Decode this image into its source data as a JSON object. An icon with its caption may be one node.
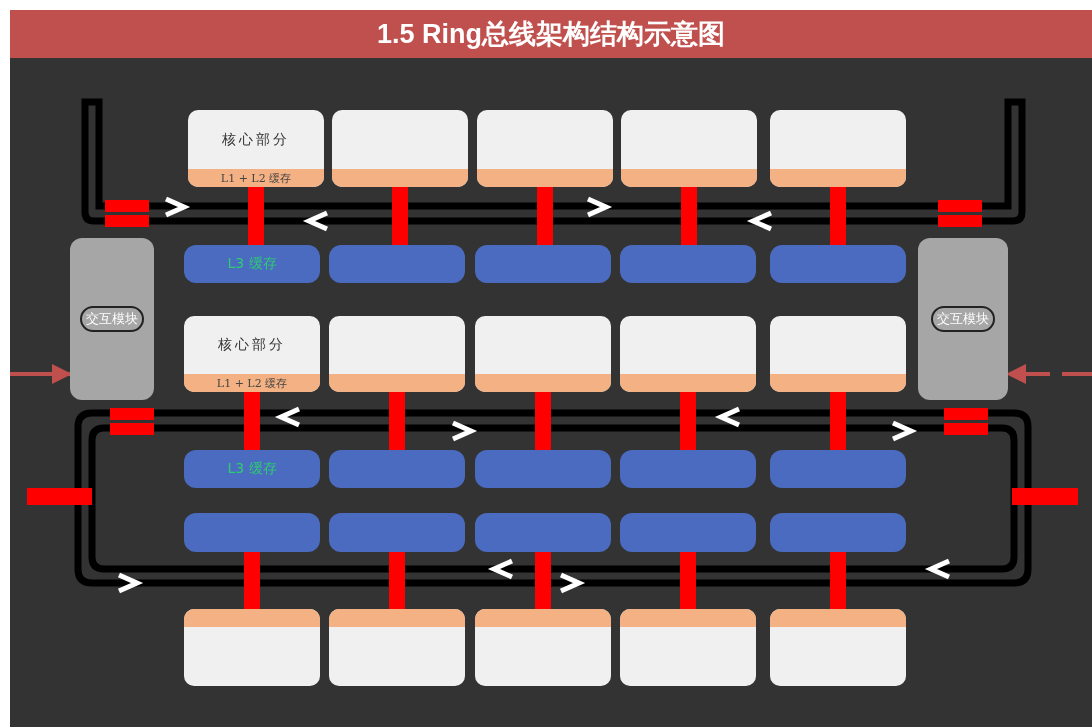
{
  "diagram": {
    "title": "1.5 Ring总线架构结构示意图",
    "nodes": [
      {
        "text": [
          "核心部分",
          "L1 + L2 缓存"
        ]
      },
      {
        "text": [],
        "shape": "box"
      },
      {
        "text": [],
        "shape": "box"
      },
      {
        "text": [],
        "shape": "box"
      },
      {
        "text": [],
        "shape": "box"
      },
      {
        "text": [
          "交互模块"
        ]
      },
      {
        "text": [
          "L3 缓存"
        ]
      },
      {
        "text": [],
        "shape": "box"
      },
      {
        "text": [],
        "shape": "box"
      },
      {
        "text": [],
        "shape": "box"
      },
      {
        "text": [],
        "shape": "box"
      },
      {
        "text": [
          "交互模块"
        ]
      },
      {
        "text": [
          "核心部分",
          "L1 + L2 缓存"
        ]
      },
      {
        "text": [],
        "shape": "box"
      },
      {
        "text": [],
        "shape": "box"
      },
      {
        "text": [],
        "shape": "box"
      },
      {
        "text": [],
        "shape": "box"
      },
      {
        "text": [
          "L3 缓存"
        ]
      },
      {
        "text": [],
        "shape": "box"
      },
      {
        "text": [],
        "shape": "box"
      },
      {
        "text": [],
        "shape": "box"
      },
      {
        "text": [],
        "shape": "box"
      },
      {
        "text": [],
        "shape": "box"
      },
      {
        "text": [],
        "shape": "box"
      },
      {
        "text": [],
        "shape": "box"
      },
      {
        "text": [],
        "shape": "box"
      },
      {
        "text": [],
        "shape": "box"
      },
      {
        "text": [],
        "shape": "box"
      },
      {
        "text": [],
        "shape": "box"
      },
      {
        "text": [],
        "shape": "box"
      },
      {
        "text": [],
        "shape": "box"
      },
      {
        "text": [],
        "shape": "box"
      }
    ],
    "edges": [
      {
        "from": 0,
        "to": 6,
        "arrow": "none"
      },
      {
        "from": 1,
        "to": 7,
        "arrow": "none"
      },
      {
        "from": 2,
        "to": 8,
        "arrow": "none"
      },
      {
        "from": 3,
        "to": 9,
        "arrow": "none"
      },
      {
        "from": 4,
        "to": 10,
        "arrow": "none"
      },
      {
        "from": 12,
        "to": 17,
        "arrow": "none"
      },
      {
        "from": 13,
        "to": 18,
        "arrow": "none"
      },
      {
        "from": 14,
        "to": 19,
        "arrow": "none"
      },
      {
        "from": 15,
        "to": 20,
        "arrow": "none"
      },
      {
        "from": 16,
        "to": 21,
        "arrow": "none"
      },
      {
        "from": 22,
        "to": 27,
        "arrow": "none"
      },
      {
        "from": 23,
        "to": 28,
        "arrow": "none"
      },
      {
        "from": 24,
        "to": 29,
        "arrow": "none"
      },
      {
        "from": 25,
        "to": 30,
        "arrow": "none"
      },
      {
        "from": 26,
        "to": 31,
        "arrow": "none"
      },
      {
        "from": null,
        "to": 5,
        "arrow": "to",
        "color": "#c0504d"
      },
      {
        "from": null,
        "to": 11,
        "arrow": "to",
        "style": "dashed",
        "color": "#c0504d"
      }
    ]
  }
}
